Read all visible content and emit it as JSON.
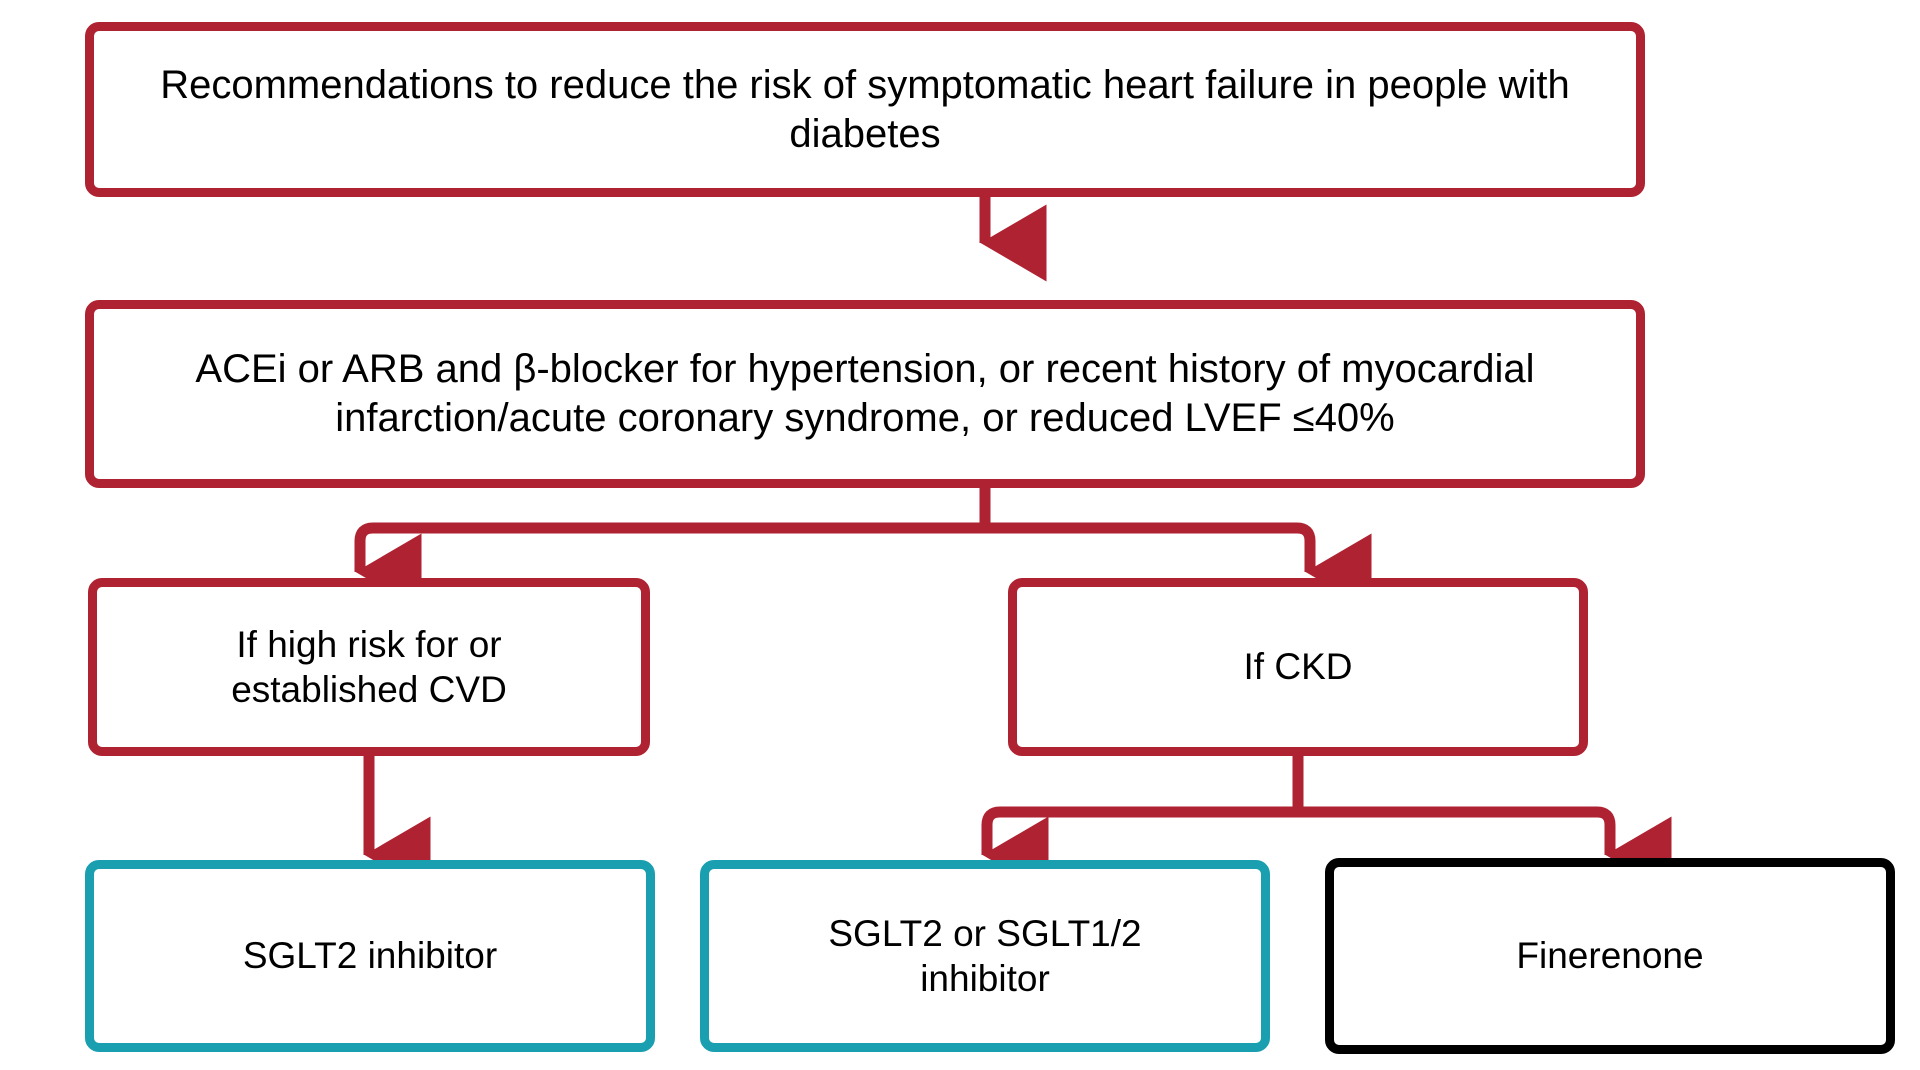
{
  "diagram": {
    "type": "flowchart",
    "orientation": "top-down",
    "colors": {
      "red": "#AF2231",
      "teal": "#1A9FB0",
      "black": "#000000",
      "background": "#FFFFFF",
      "text": "#000000"
    },
    "nodes": [
      {
        "id": "title",
        "label": "Recommendations to reduce the risk of symptomatic heart failure in people with diabetes",
        "border": "red"
      },
      {
        "id": "therapy",
        "label": "ACEi or ARB and β-blocker for hypertension, or recent history of myocardial\ninfarction/acute coronary syndrome, or reduced LVEF ≤40%",
        "border": "red"
      },
      {
        "id": "cvd",
        "label": "If high risk for or\nestablished CVD",
        "border": "red"
      },
      {
        "id": "ckd",
        "label": "If CKD",
        "border": "red"
      },
      {
        "id": "sglt2",
        "label": "SGLT2 inhibitor",
        "border": "teal"
      },
      {
        "id": "sglt12",
        "label": "SGLT2 or SGLT1/2\ninhibitor",
        "border": "teal"
      },
      {
        "id": "finerenone",
        "label": "Finerenone",
        "border": "black"
      }
    ],
    "edges": [
      {
        "from": "title",
        "to": "therapy",
        "style": "straight-arrow",
        "color": "#AF2231"
      },
      {
        "from": "therapy",
        "to": "cvd",
        "style": "elbow-arrow",
        "color": "#AF2231"
      },
      {
        "from": "therapy",
        "to": "ckd",
        "style": "elbow-arrow",
        "color": "#AF2231"
      },
      {
        "from": "cvd",
        "to": "sglt2",
        "style": "straight-arrow",
        "color": "#AF2231"
      },
      {
        "from": "ckd",
        "to": "sglt12",
        "style": "elbow-arrow",
        "color": "#AF2231"
      },
      {
        "from": "ckd",
        "to": "finerenone",
        "style": "elbow-arrow",
        "color": "#AF2231"
      }
    ]
  }
}
